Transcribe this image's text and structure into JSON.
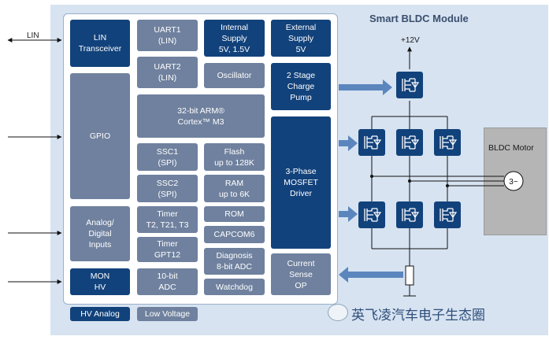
{
  "module_title": "Smart BLDC Module",
  "supply_label": "+12V",
  "lin_label": "LIN",
  "motor": {
    "label": "BLDC Motor",
    "symbol": "3~"
  },
  "watermark": "英飞凌汽车电子生态圈",
  "blocks": {
    "lin_transceiver": "LIN\nTransceiver",
    "gpio": "GPIO",
    "analog_digital_inputs": "Analog/\nDigital\nInputs",
    "mon_hv": "MON\nHV",
    "uart1": "UART1\n(LIN)",
    "uart2": "UART2\n(LIN)",
    "internal_supply": "Internal\nSupply\n5V, 1.5V",
    "external_supply": "External\nSupply\n5V",
    "oscillator": "Oscillator",
    "charge_pump": "2 Stage\nCharge\nPump",
    "arm_core": "32-bit ARM®\nCortex™ M3",
    "ssc1": "SSC1\n(SPI)",
    "ssc2": "SSC2\n(SPI)",
    "flash": "Flash\nup to 128K",
    "ram": "RAM\nup to 6K",
    "mosfet_driver": "3-Phase\nMOSFET\nDriver",
    "timer_t2": "Timer\nT2, T21, T3",
    "timer_gpt": "Timer\nGPT12",
    "rom": "ROM",
    "capcom": "CAPCOM6",
    "adc": "10-bit\nADC",
    "diagnosis": "Diagnosis\n8-bit ADC",
    "watchdog": "Watchdog",
    "current_sense": "Current\nSense\nOP",
    "hv_analog": "HV Analog",
    "low_voltage": "Low Voltage"
  },
  "colors": {
    "module_background": "#d7e3f1",
    "dark_block": "#12427b",
    "mid_block": "#6f819e",
    "arrow": "#5b86bd",
    "wire": "#111111"
  }
}
